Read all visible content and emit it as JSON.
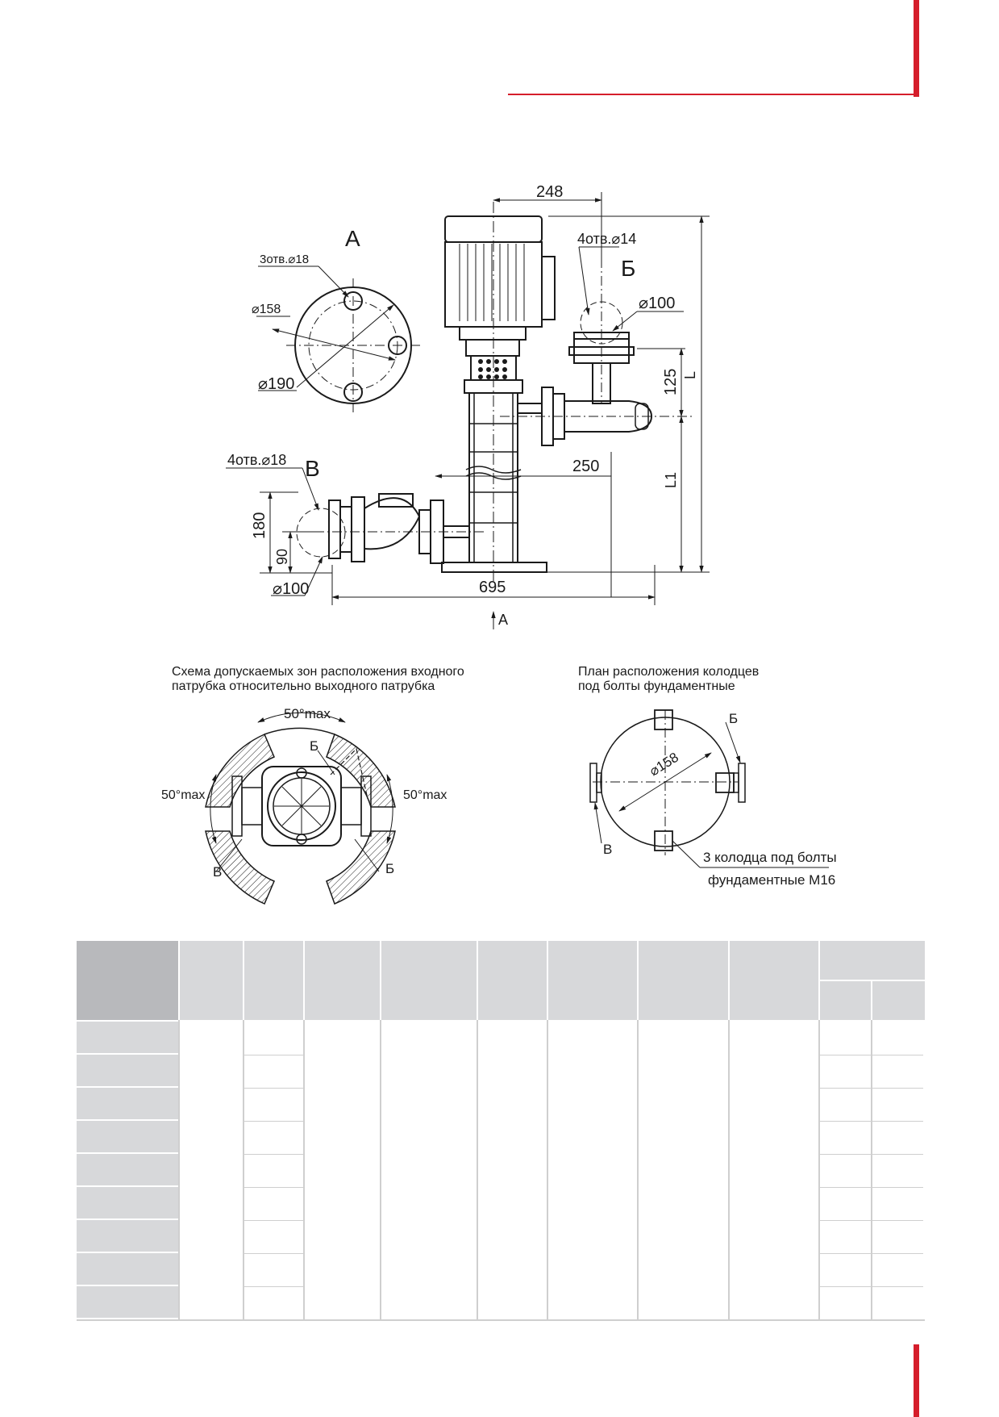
{
  "colors": {
    "accent": "#d51e2b",
    "header_dark": "#b8b9bc",
    "header_light": "#d7d8da",
    "rowhead": "#d7d8da",
    "line": "#1a1a1a",
    "grid": "#cfcfcf"
  },
  "main_drawing": {
    "view_label_A": "А",
    "view_label_B": "Б",
    "view_label_V": "В",
    "arrow_label_A": "А",
    "dims": {
      "d248": "248",
      "holes_top": "4отв.⌀14",
      "d100_top": "⌀100",
      "d125": "125",
      "L": "L",
      "L1": "L1",
      "d250": "250",
      "holes_left": "4отв.⌀18",
      "d180": "180",
      "d90": "90",
      "d100_left": "⌀100",
      "d695": "695"
    }
  },
  "flange_view": {
    "holes": "3отв.⌀18",
    "d158": "⌀158",
    "d190": "⌀190"
  },
  "zones": {
    "caption_line1": "Схема допускаемых зон расположения входного",
    "caption_line2": "патрубка относительно выходного патрубка",
    "top_angle": "50°max",
    "left_angle": "50°max",
    "right_angle": "50°max",
    "label_B_top": "Б",
    "label_B_bottom": "Б",
    "label_V": "В"
  },
  "wells": {
    "caption_line1": "План расположения колодцев",
    "caption_line2": "под болты фундаментные",
    "diameter": "⌀158",
    "label_B": "Б",
    "label_V": "В",
    "note_line1": "3 колодца под болты",
    "note_line2": "фундаментные М16"
  },
  "table": {
    "rows": 9
  }
}
